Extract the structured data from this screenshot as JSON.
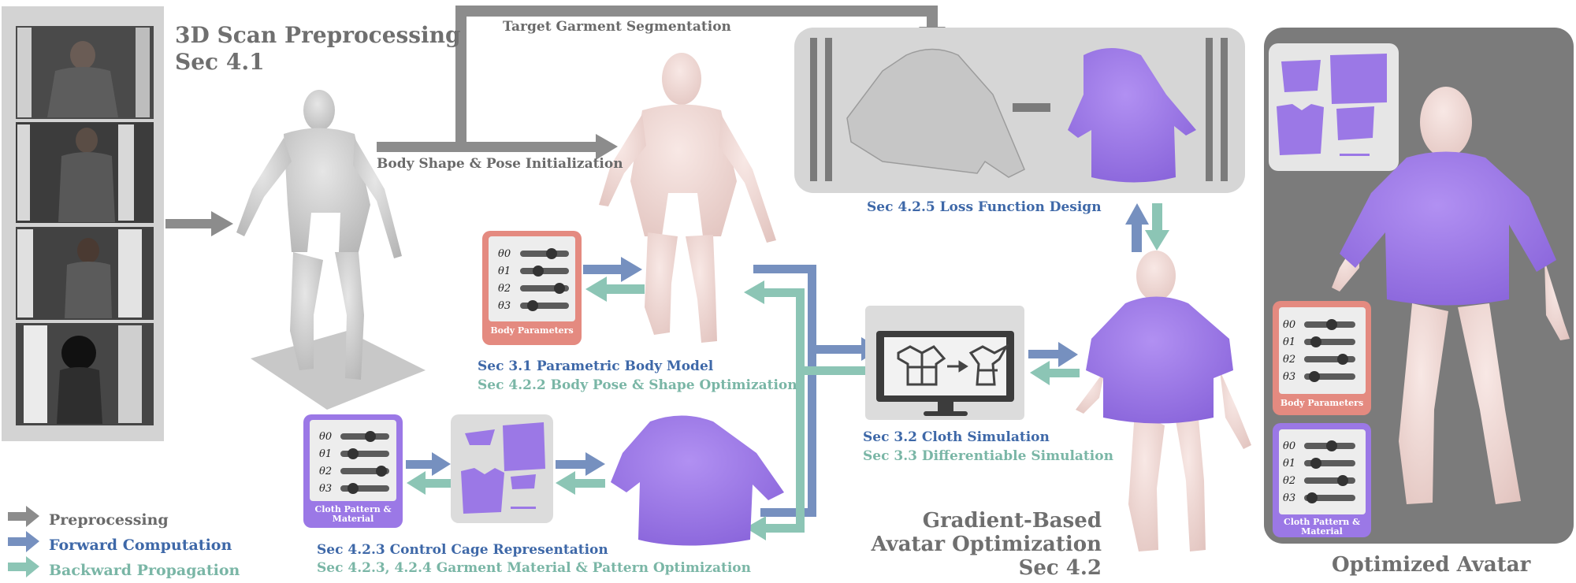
{
  "titles": {
    "preprocess_title": "3D Scan Preprocessing",
    "preprocess_sec": "Sec 4.1",
    "gradient_line1": "Gradient-Based",
    "gradient_line2": "Avatar Optimization",
    "gradient_sec": "Sec 4.2",
    "optimized": "Optimized Avatar"
  },
  "arrows_text": {
    "target_segmentation": "Target Garment Segmentation",
    "body_init": "Body Shape & Pose Initialization"
  },
  "captions": {
    "loss": "Sec 4.2.5 Loss Function Design",
    "body_model": "Sec 3.1 Parametric Body Model",
    "body_opt": "Sec 4.2.2 Body Pose & Shape Optimization",
    "cloth_sim": "Sec 3.2 Cloth Simulation",
    "diff_sim": "Sec 3.3 Differentiable Simulation",
    "cage": "Sec 4.2.3 Control Cage Representation",
    "garment_opt": "Sec 4.2.3, 4.2.4 Garment  Material & Pattern Optimization"
  },
  "panels": {
    "body_params": "Body Parameters",
    "cloth_params_l1": "Cloth Pattern &",
    "cloth_params_l2": "Material",
    "param_symbols": [
      "θ0",
      "θ1",
      "θ2",
      "θ3"
    ]
  },
  "legend": [
    {
      "label": "Preprocessing",
      "color": "#8c8c8c"
    },
    {
      "label": "Forward Computation",
      "color": "#3e68a8"
    },
    {
      "label": "Backward Propagation",
      "color": "#7ab6a6"
    }
  ],
  "colors": {
    "gray_arrow": "#8c8c8c",
    "blue_arrow": "#7690bf",
    "teal_arrow": "#8cc5b5",
    "garment_purple": "#9b78e6",
    "body_pink": "#f0d8d4",
    "body_panel_red": "#e48a80",
    "cloth_panel_purple": "#9b78e6"
  },
  "icons": [
    "monitor-icon",
    "shirt-pattern-icon"
  ]
}
